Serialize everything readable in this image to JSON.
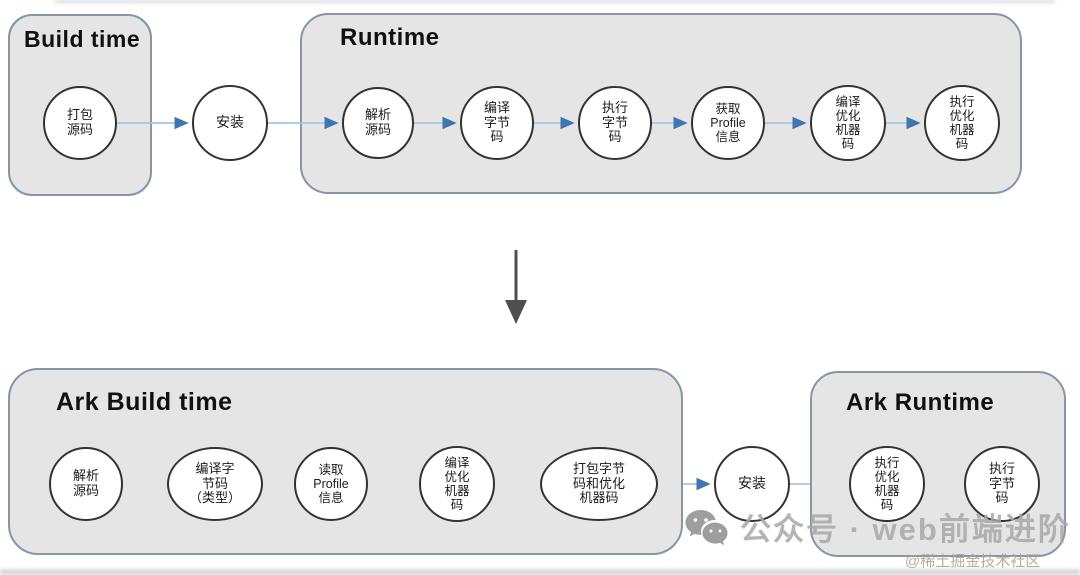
{
  "top_flow": {
    "build_time": {
      "title": "Build time",
      "node": "打包\n源码"
    },
    "install_label": "安装",
    "runtime": {
      "title": "Runtime",
      "nodes": [
        "解析\n源码",
        "编译\n字节\n码",
        "执行\n字节\n码",
        "获取\nProfile\n信息",
        "编译\n优化\n机器\n码",
        "执行\n优化\n机器\n码"
      ]
    }
  },
  "bottom_flow": {
    "ark_build_time": {
      "title": "Ark Build time",
      "nodes": [
        "解析\n源码",
        "编译字\n节码\n（类型）",
        "读取\nProfile\n信息",
        "编译\n优化\n机器\n码",
        "打包字节\n码和优化\n机器码"
      ]
    },
    "install_label": "安装",
    "ark_runtime": {
      "title": "Ark Runtime",
      "nodes": [
        "执行\n优化\n机器\n码",
        "执行\n字节\n码"
      ]
    }
  },
  "watermark": {
    "wechat_icon": "wechat-logo",
    "wechat_text": "公众号 · web前端进阶",
    "credit": "@稀土掘金技术社区"
  },
  "colors": {
    "box_fill": "#e5e5e6",
    "box_border": "#8496a8",
    "node_border": "#333333",
    "arrow_line": "#aac4dd",
    "arrow_head": "#3e77b0",
    "plain_connector": "#c4c9ce",
    "down_arrow": "#4f4f4f",
    "watermark_gray": "#a8a8a8"
  }
}
